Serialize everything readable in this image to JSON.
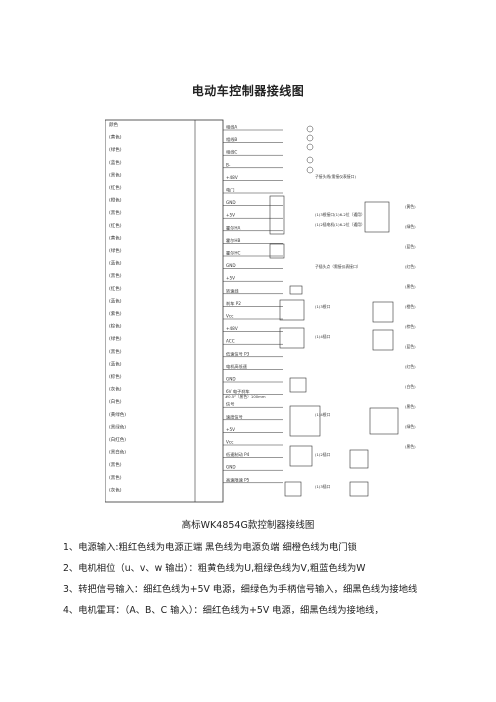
{
  "document": {
    "title": "电动车控制器接线图",
    "caption": "高标WK4854G款控制器接线图",
    "paragraphs": [
      "1、电源输入:粗红色线为电源正端 黑色线为电源负端 细橙色线为电门锁",
      "2、电机相位（u、v、w 输出）：粗黄色线为U,粗绿色线为V,粗蓝色线为W",
      "3、转把信号输入：细红色线为+5V 电源，细绿色为手柄信号输入，细黑色线为接地线",
      "4、电机霍耳：（A、B、C 输入）：细红色线为+5V 电源，细黑色线为接地线，"
    ]
  },
  "diagram": {
    "left_labels": [
      "颜色",
      "(黄色)",
      "(绿色)",
      "(蓝色)",
      "(黑色)",
      "(红色)",
      "(橙色)",
      "(黑色)",
      "(红色)",
      "(黄色)",
      "(绿色)",
      "(蓝色)",
      "(黑色)",
      "(红色)",
      "(蓝色)",
      "(紫色)",
      "(棕色)",
      "(绿色)",
      "(黑色)",
      "(蓝色)",
      "(棕色)",
      "(灰色)",
      "(白色)",
      "(黄绿色)",
      "(黑绿色)",
      "(白红色)",
      "(黑白色)",
      "(黑色)",
      "(黑色)",
      "(灰色)"
    ],
    "wire_labels": [
      "相线A",
      "相线B",
      "相线C",
      "B-",
      "+48V",
      "电门",
      "GND",
      "+5V",
      "霍尔HA",
      "霍尔HB",
      "霍尔HC",
      "GND",
      "+5V",
      "转速线",
      "刹车 P2",
      "Vcc",
      "+48V",
      "ACC",
      "低速信号 P3",
      "电机高低速",
      "GND",
      "6V 电子刹车",
      "信号",
      "速度信号",
      "+5V",
      "Vcc",
      "低速制动 P4",
      "GND",
      "高速限速 P5"
    ],
    "notes": [
      "子接头线(需接仪表接口)",
      "(1)3根接口(1)6-2位（通用）",
      "(1)2插电机(1)6-2位（通用）",
      "子插头点（需接仪表接口）",
      "(1)3根口",
      "(1)4插口",
      "(1)4根口",
      "(1)2插口",
      "(1)3插口",
      "#0.5²（黑色）100mm"
    ],
    "right_labels": [
      "(黄色)",
      "(绿色)",
      "(蓝色)",
      "(红色)",
      "(黑色)",
      "(橙色)",
      "(棕色)",
      "(蓝色)",
      "(红色)",
      "(白色)",
      "(黑色)",
      "(绿色)",
      "(黑色)"
    ]
  }
}
